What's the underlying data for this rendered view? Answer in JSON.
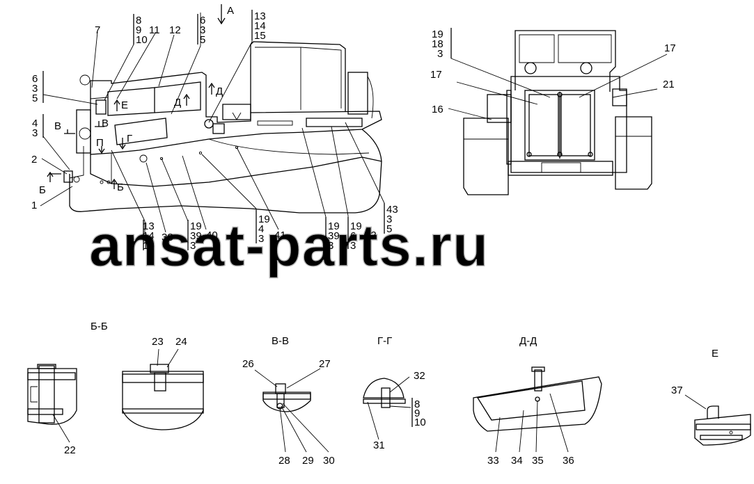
{
  "watermark": "ansat-parts.ru",
  "arrow_view": "А",
  "section_labels": {
    "bb": "Б-Б",
    "vv": "В-В",
    "gg": "Г-Г",
    "dd": "Д-Д",
    "e": "Е"
  },
  "cut_marks": [
    "Е",
    "Д",
    "Д",
    "В",
    "В",
    "Г",
    "П",
    "Б",
    "Б"
  ],
  "callouts": {
    "c1": "1",
    "c2": "2",
    "c7": "7",
    "c11": "11",
    "c12": "12",
    "c16": "16",
    "c17a": "17",
    "c17b": "17",
    "c21": "21",
    "c22": "22",
    "c23": "23",
    "c24": "24",
    "c26": "26",
    "c27": "27",
    "c28": "28",
    "c29": "29",
    "c30": "30",
    "c31": "31",
    "c32": "32",
    "c33": "33",
    "c34": "34",
    "c35": "35",
    "c36": "36",
    "c37": "37",
    "c38": "38",
    "c40": "40",
    "c41": "41",
    "c42": "42"
  },
  "stacks": {
    "s_8_9_10": [
      "8",
      "9",
      "10"
    ],
    "s_6_3_5_top": [
      "6",
      "3",
      "5"
    ],
    "s_13_14_15_top": [
      "13",
      "14",
      "15"
    ],
    "s_6_3_5_left": [
      "6",
      "3",
      "5"
    ],
    "s_4_3": [
      "4",
      "3"
    ],
    "s_19_18_3": [
      "19",
      "18",
      "3"
    ],
    "s_13_14_15_bot": [
      "13",
      "14",
      "15"
    ],
    "s_19_39_3_a": [
      "19",
      "39",
      "3"
    ],
    "s_19_4_3": [
      "19",
      "4",
      "3"
    ],
    "s_19_39_3_b": [
      "19",
      "39",
      "3"
    ],
    "s_19_6_3": [
      "19",
      "6",
      "3"
    ],
    "s_43_3_5": [
      "43",
      "3",
      "5"
    ],
    "s_8_9_10_gg": [
      "8",
      "9",
      "10"
    ]
  }
}
